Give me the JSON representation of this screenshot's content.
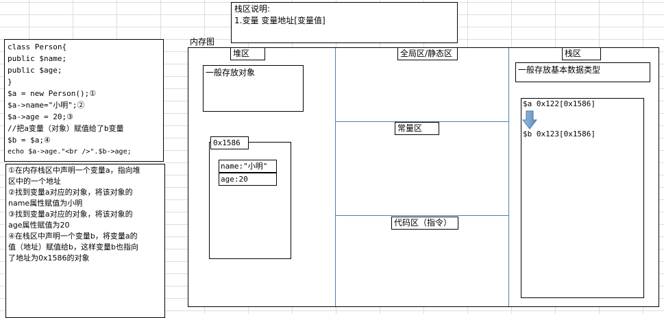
{
  "legend": {
    "title": "栈区说明:",
    "line": "1.变量 变量地址[变量值]"
  },
  "memory_label": "内存图",
  "code": {
    "lines": [
      "class Person{",
      "public $name;",
      "public $age;",
      "}",
      "$a = new Person();①",
      "$a->name=\"小明\";②",
      "$a->age = 20;③",
      "//把a变量（对象）赋值给了b变量",
      "$b = $a;④",
      "echo $a->age.\"<br />\".$b->age;"
    ]
  },
  "steps": {
    "lines": [
      "①在内存栈区中声明一个变量a，指向堆",
      "区中的一个地址",
      "②找到变量a对应的对象，将该对象的",
      "name属性赋值为小明",
      "③找到变量a对应的对象，将该对象的",
      "age属性赋值为20",
      "④在栈区中声明一个变量b，将变量a的",
      "值（地址）赋值给b，这样变量b也指向",
      "了地址为0x1586的对象"
    ]
  },
  "heap": {
    "title": "堆区",
    "note": "一般存放对象",
    "object_address": "0x1586",
    "fields": [
      "name:\"小明\"",
      "age:20"
    ]
  },
  "global": {
    "title": "全局区/静态区"
  },
  "constant": {
    "title": "常量区"
  },
  "code_area": {
    "title": "代码区（指令）"
  },
  "stack": {
    "title": "栈区",
    "note": "一般存放基本数据类型",
    "var_a": "$a 0x122[0x1586]",
    "var_b": "$b 0x123[0x1586]"
  }
}
